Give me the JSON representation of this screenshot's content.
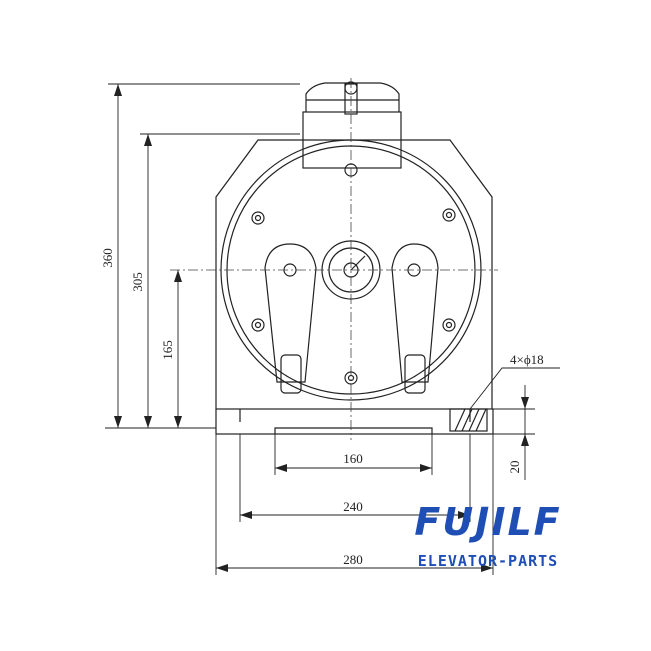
{
  "drawing": {
    "dimensions": {
      "overall_height": "360",
      "axis_height": "305",
      "lower_height": "165",
      "hole_spec": "4×ϕ18",
      "base_thickness": "20",
      "inner_width": "160",
      "hole_spacing": "240",
      "overall_width": "280"
    }
  },
  "brand": {
    "logo": "FUJILF",
    "tagline": "ELEVATOR-PARTS",
    "color": "#1f4fb4"
  },
  "colors": {
    "line": "#222222",
    "background": "#ffffff"
  }
}
